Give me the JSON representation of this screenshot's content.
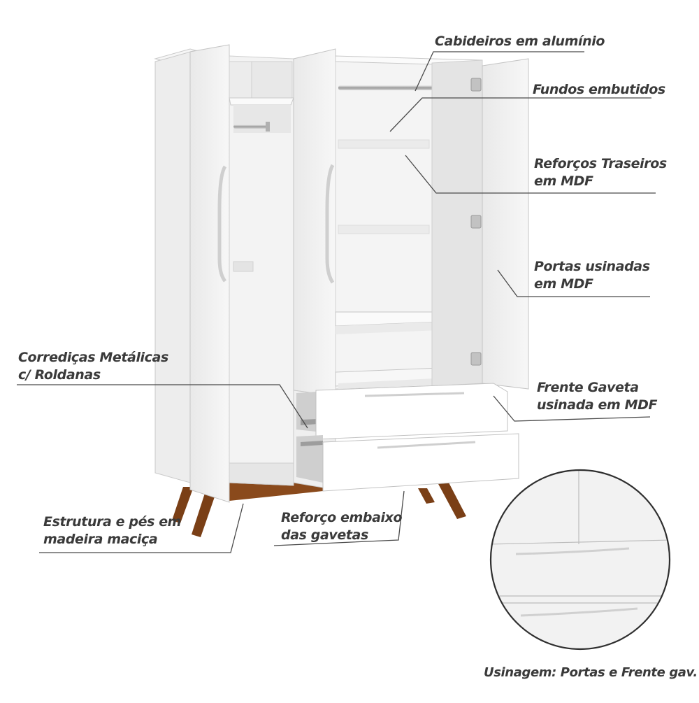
{
  "callouts": {
    "cabideiros": "Cabideiros em alumínio",
    "fundos": "Fundos embutidos",
    "reforcos_traseiros": [
      "Reforços Traseiros",
      "em MDF"
    ],
    "portas_usinadas": [
      "Portas usinadas",
      "em MDF"
    ],
    "corredicas": [
      "Corrediças Metálicas",
      "c/ Roldanas"
    ],
    "frente_gaveta": [
      "Frente Gaveta",
      "usinada em MDF"
    ],
    "estrutura": [
      "Estrutura e pés em",
      "madeira maciça"
    ],
    "reforco_embaixo": [
      "Reforço embaixo",
      "das gavetas"
    ]
  },
  "detail_caption": "Usinagem: Portas e Frente gav.",
  "colors": {
    "panel_white": "#f4f4f4",
    "panel_edge": "#c9c9c9",
    "interior": "#eeeeee",
    "wood": "#7a3f16",
    "leader_line": "#4a4a4a",
    "text": "#3a3a3a"
  },
  "icons": {
    "hanging_rail": "chrome-rod",
    "hinge": "cabinet-hinge",
    "handle": "routed-groove-handle"
  }
}
